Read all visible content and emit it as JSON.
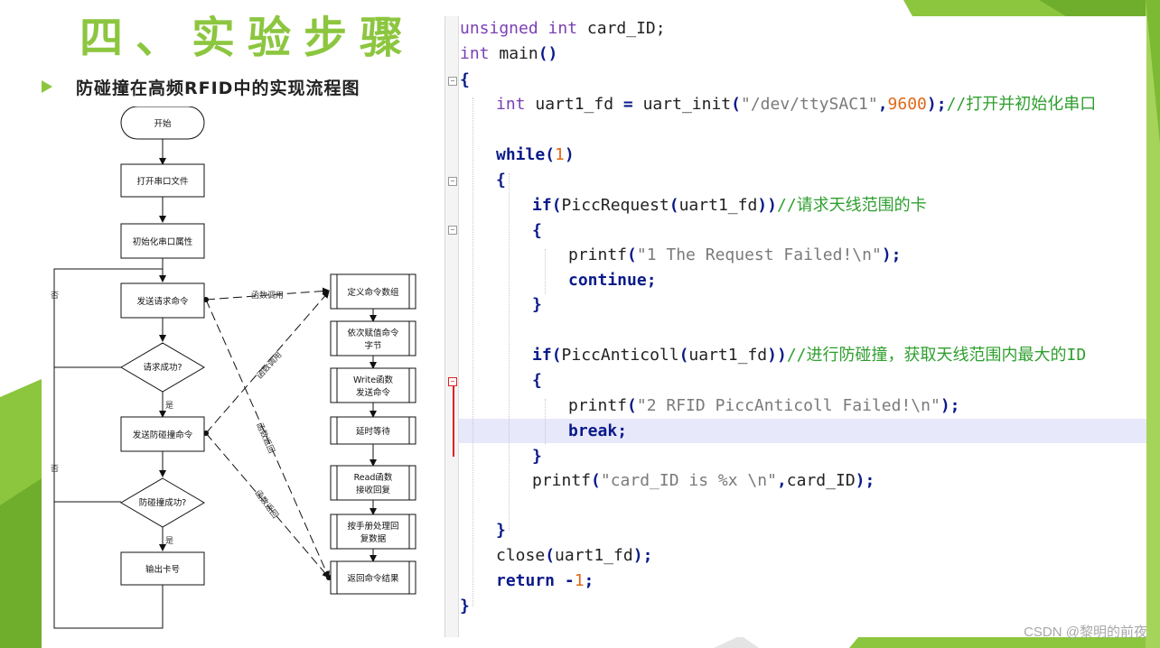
{
  "slide": {
    "title": "四、实验步骤",
    "bullet": "防碰撞在高频RFID中的实现流程图",
    "accent_color": "#8cc63f"
  },
  "flowchart": {
    "nodes": {
      "start": "开始",
      "open_file": "打开串口文件",
      "init_attr": "初始化串口属性",
      "send_request": "发送请求命令",
      "request_ok": "请求成功?",
      "send_anticoll": "发送防碰撞命令",
      "anticoll_ok": "防碰撞成功?",
      "output_card": "输出卡号",
      "define_cmd": "定义命令数组",
      "assign_bytes_1": "依次赋值命令",
      "assign_bytes_2": "字节",
      "write_1": "Write函数",
      "write_2": "发送命令",
      "delay": "延时等待",
      "read_1": "Read函数",
      "read_2": "接收回复",
      "process_1": "按手册处理回",
      "process_2": "复数据",
      "return_result": "返回命令结果"
    },
    "labels": {
      "call_1": "函数调用",
      "call_2": "函数调用",
      "return_1": "函数返回",
      "return_2": "函数返回",
      "no_1": "否",
      "no_2": "否",
      "yes_1": "是",
      "yes_2": "是"
    }
  },
  "code": {
    "lines": [
      [
        {
          "t": "unsigned int ",
          "c": "kw"
        },
        {
          "t": "card_ID;",
          "c": ""
        }
      ],
      [
        {
          "t": "int ",
          "c": "kw"
        },
        {
          "t": "main",
          "c": ""
        },
        {
          "t": "()",
          "c": "kb"
        }
      ],
      [
        {
          "t": "{",
          "c": "kb"
        }
      ],
      [
        {
          "t": "int ",
          "c": "kw"
        },
        {
          "t": "uart1_fd ",
          "c": ""
        },
        {
          "t": "= ",
          "c": "kb"
        },
        {
          "t": "uart_init",
          "c": ""
        },
        {
          "t": "(",
          "c": "kb"
        },
        {
          "t": "\"/dev/ttySAC1\"",
          "c": "str"
        },
        {
          "t": ",",
          "c": "kb"
        },
        {
          "t": "9600",
          "c": "num"
        },
        {
          "t": ");",
          "c": "kb"
        },
        {
          "t": "//打开并初始化串口",
          "c": "cm"
        }
      ],
      [],
      [
        {
          "t": "while",
          "c": "kb"
        },
        {
          "t": "(",
          "c": "kb"
        },
        {
          "t": "1",
          "c": "num"
        },
        {
          "t": ")",
          "c": "kb"
        }
      ],
      [
        {
          "t": "{",
          "c": "kb"
        }
      ],
      [
        {
          "t": "if",
          "c": "kb"
        },
        {
          "t": "(",
          "c": "kb"
        },
        {
          "t": "PiccRequest",
          "c": ""
        },
        {
          "t": "(",
          "c": "kb"
        },
        {
          "t": "uart1_fd",
          "c": ""
        },
        {
          "t": "))",
          "c": "kb"
        },
        {
          "t": "//请求天线范围的卡",
          "c": "cm"
        }
      ],
      [
        {
          "t": "{",
          "c": "kb"
        }
      ],
      [
        {
          "t": "printf",
          "c": ""
        },
        {
          "t": "(",
          "c": "kb"
        },
        {
          "t": "\"1 The Request Failed!\\n\"",
          "c": "str"
        },
        {
          "t": ");",
          "c": "kb"
        }
      ],
      [
        {
          "t": "continue",
          "c": "kb"
        },
        {
          "t": ";",
          "c": "kb"
        }
      ],
      [
        {
          "t": "}",
          "c": "kb"
        }
      ],
      [],
      [
        {
          "t": "if",
          "c": "kb"
        },
        {
          "t": "(",
          "c": "kb"
        },
        {
          "t": "PiccAnticoll",
          "c": ""
        },
        {
          "t": "(",
          "c": "kb"
        },
        {
          "t": "uart1_fd",
          "c": ""
        },
        {
          "t": "))",
          "c": "kb"
        },
        {
          "t": "//进行防碰撞，获取天线范围内最大的ID",
          "c": "cm"
        }
      ],
      [
        {
          "t": "{",
          "c": "kb"
        }
      ],
      [
        {
          "t": "printf",
          "c": ""
        },
        {
          "t": "(",
          "c": "kb"
        },
        {
          "t": "\"2 RFID PiccAnticoll Failed!\\n\"",
          "c": "str"
        },
        {
          "t": ");",
          "c": "kb"
        }
      ],
      [
        {
          "t": "break",
          "c": "kb"
        },
        {
          "t": ";",
          "c": "kb"
        }
      ],
      [
        {
          "t": "}",
          "c": "kb"
        }
      ],
      [
        {
          "t": "printf",
          "c": ""
        },
        {
          "t": "(",
          "c": "kb"
        },
        {
          "t": "\"card_ID is %x \\n\"",
          "c": "str"
        },
        {
          "t": ",",
          "c": "kb"
        },
        {
          "t": "card_ID",
          "c": ""
        },
        {
          "t": ");",
          "c": "kb"
        }
      ],
      [],
      [
        {
          "t": "}",
          "c": "kb"
        }
      ],
      [
        {
          "t": "close",
          "c": ""
        },
        {
          "t": "(",
          "c": "kb"
        },
        {
          "t": "uart1_fd",
          "c": ""
        },
        {
          "t": ");",
          "c": "kb"
        }
      ],
      [
        {
          "t": "return ",
          "c": "kb"
        },
        {
          "t": "-",
          "c": "kb"
        },
        {
          "t": "1",
          "c": "num"
        },
        {
          "t": ";",
          "c": "kb"
        }
      ],
      [
        {
          "t": "}",
          "c": "kb"
        }
      ]
    ]
  },
  "watermark": "CSDN @黎明的前夜"
}
